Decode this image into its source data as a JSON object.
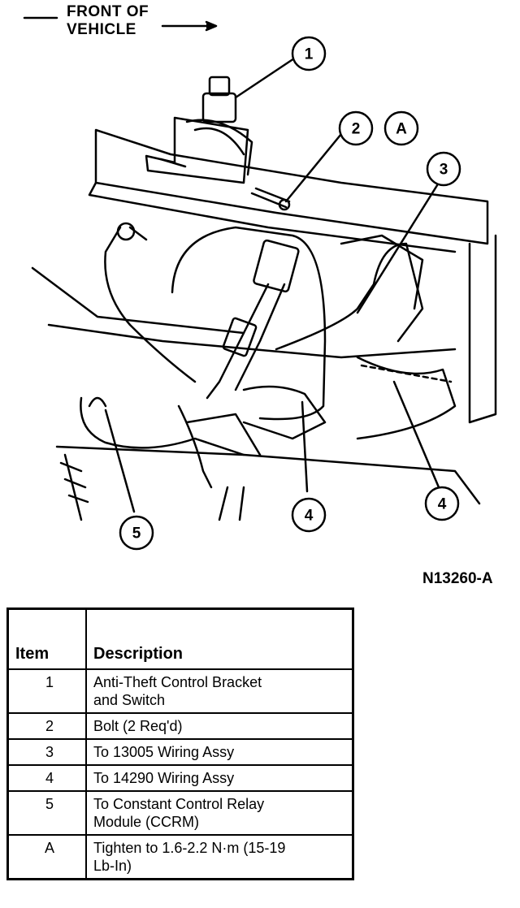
{
  "header": {
    "front_line1": "FRONT OF",
    "front_line2": "VEHICLE"
  },
  "figure_id": "N13260-A",
  "callouts": {
    "c1": "1",
    "c2": "2",
    "cA": "A",
    "c3": "3",
    "c4a": "4",
    "c4b": "4",
    "c5": "5"
  },
  "legend": {
    "headers": {
      "item": "Item",
      "description": "Description"
    },
    "rows": [
      {
        "item": "1",
        "description_line1": "Anti-Theft Control Bracket",
        "description_line2": "and Switch"
      },
      {
        "item": "2",
        "description_line1": "Bolt (2 Req'd)",
        "description_line2": ""
      },
      {
        "item": "3",
        "description_line1": "To 13005 Wiring Assy",
        "description_line2": ""
      },
      {
        "item": "4",
        "description_line1": "To 14290 Wiring Assy",
        "description_line2": ""
      },
      {
        "item": "5",
        "description_line1": "To Constant Control Relay",
        "description_line2": "Module (CCRM)"
      },
      {
        "item": "A",
        "description_line1": "Tighten to 1.6-2.2 N·m (15-19",
        "description_line2": "Lb-In)"
      }
    ]
  }
}
